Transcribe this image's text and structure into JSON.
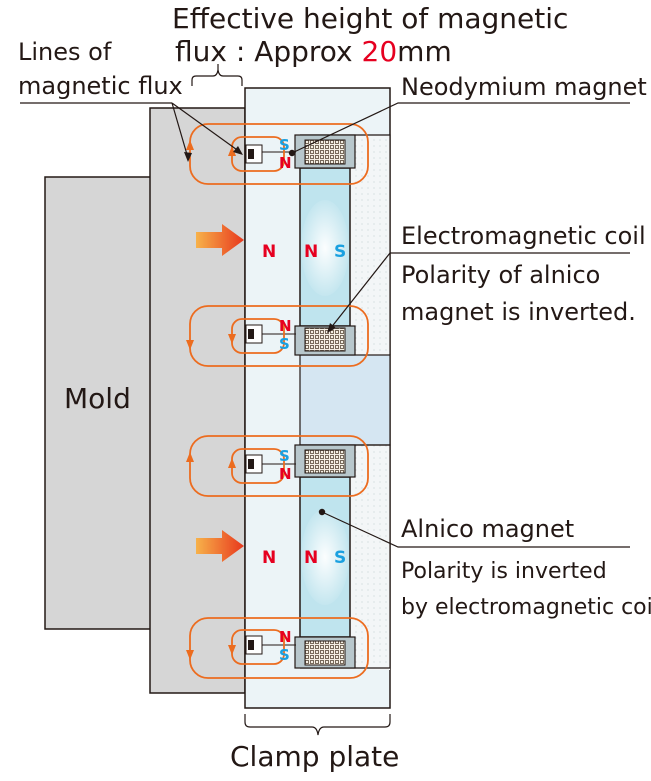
{
  "labels": {
    "effective_height_line1": "Effective height of magnetic",
    "effective_height_line2_prefix": "flux : Approx ",
    "effective_height_value": "20",
    "effective_height_unit": "mm",
    "lines_of_flux_line1": "Lines of",
    "lines_of_flux_line2": "magnetic flux",
    "neodymium_magnet": "Neodymium magnet",
    "electromagnetic_coil": "Electromagnetic coil",
    "coil_note_line1": "Polarity of alnico",
    "coil_note_line2": "magnet is inverted.",
    "mold": "Mold",
    "alnico_magnet": "Alnico magnet",
    "alnico_note_line1": "Polarity is inverted",
    "alnico_note_line2": "by electromagnetic coil",
    "clamp_plate": "Clamp plate"
  },
  "poles": {
    "n": "N",
    "s": "S"
  },
  "colors": {
    "flux_orange": "#ec6c1f",
    "north_red": "#e60020",
    "south_blue": "#1aa0e0",
    "value_red": "#e60020",
    "mold_gray": "#d6d6d6",
    "alnico_cyan": "#bfe4ee",
    "clamp_plate_bg": "#ecf4f7"
  }
}
